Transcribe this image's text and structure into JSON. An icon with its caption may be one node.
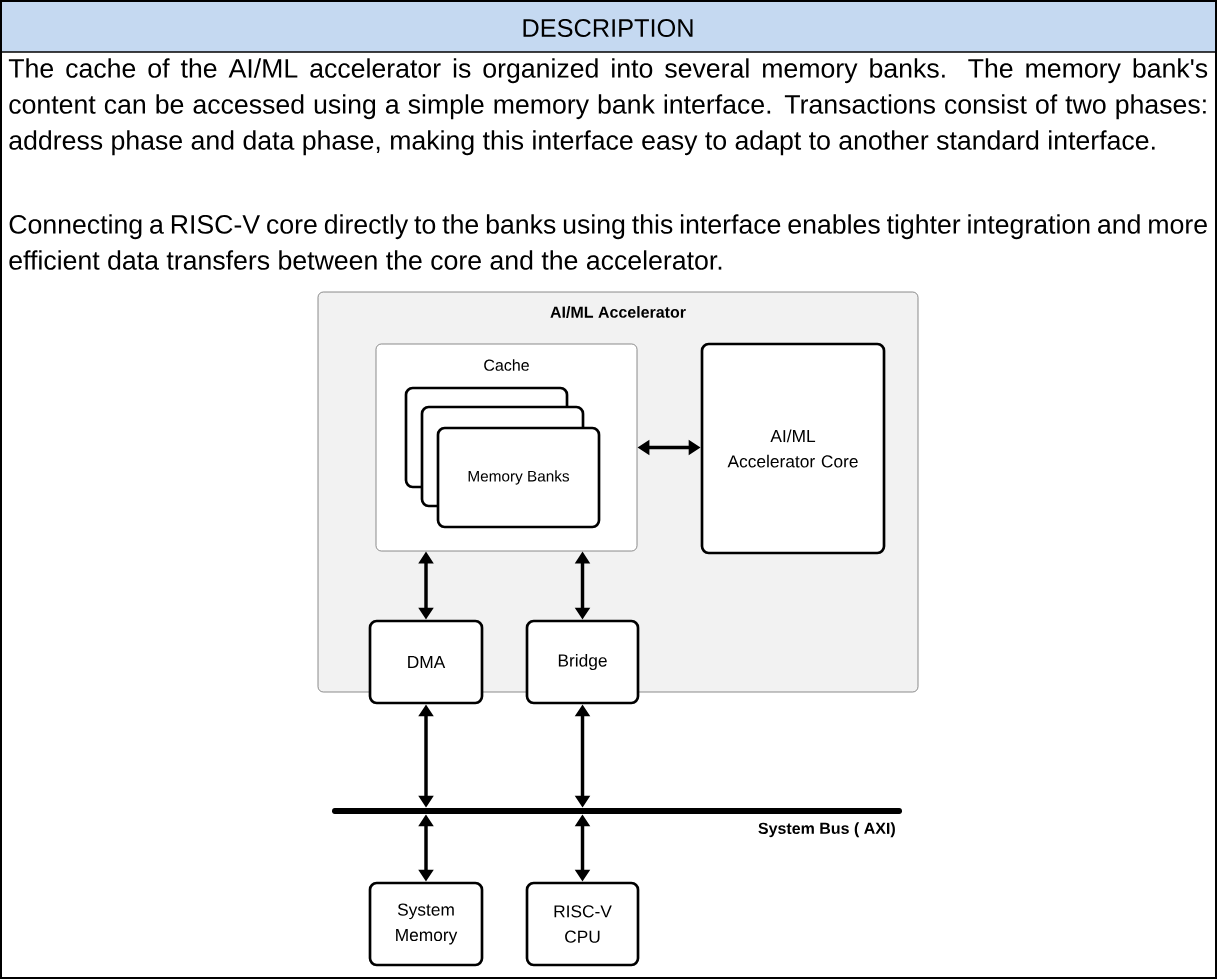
{
  "diagram": {
    "title": "DESCRIPTION",
    "nodes": [
      {
        "text": [
          "AI/ML Accelerator"
        ]
      },
      {
        "text": [
          "Cache"
        ],
        "in": 0
      },
      {
        "text": [
          "Memory Banks"
        ],
        "in": 1
      },
      {
        "text": [
          "AI/ML Accelerator Core"
        ],
        "in": 0
      },
      {
        "text": [
          "DMA"
        ],
        "in": 0
      },
      {
        "text": [
          "Bridge"
        ],
        "in": 0
      },
      {
        "text": [
          "System Bus ( AXI)"
        ]
      },
      {
        "text": [
          "System Memory"
        ]
      },
      {
        "text": [
          "RISC-V CPU"
        ]
      }
    ],
    "edges": [
      {
        "from": 1,
        "to": 3,
        "arrow": "both"
      },
      {
        "from": 1,
        "to": 4,
        "arrow": "both"
      },
      {
        "from": 1,
        "to": 5,
        "arrow": "both"
      },
      {
        "from": 4,
        "to": 6,
        "arrow": "both"
      },
      {
        "from": 5,
        "to": 6,
        "arrow": "both"
      },
      {
        "from": 6,
        "to": 7,
        "arrow": "both"
      },
      {
        "from": 6,
        "to": 8,
        "arrow": "both"
      }
    ],
    "labels": [
      "The cache of the AI/ML accelerator is organized into several memory banks. The memory bank's content can be accessed using a simple memory bank interface. Transactions consist of two phases: address phase and data phase, making this interface easy to adapt to another standard interface.",
      "Connecting a RISC-V core directly to the banks using this interface enables tighter integration and more efficient data transfers between the core and the accelerator."
    ]
  }
}
